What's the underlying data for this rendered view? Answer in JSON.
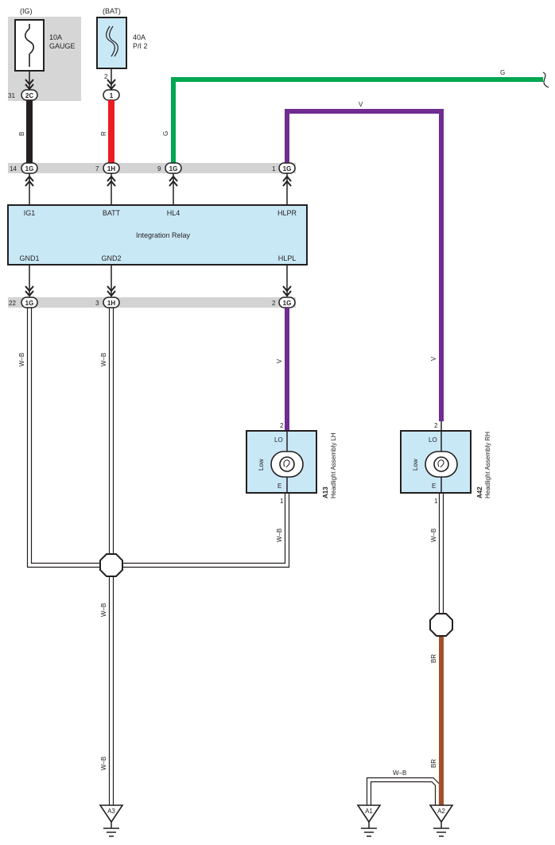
{
  "fuses": {
    "gauge": {
      "source": "(IG)",
      "rating": "10A",
      "name": "GAUGE",
      "pin": "31",
      "conn": "2C"
    },
    "pi2": {
      "source": "(BAT)",
      "rating": "40A",
      "name": "P/I 2",
      "pin_top": "2",
      "conn": "1"
    }
  },
  "wires": {
    "b": "B",
    "r": "R",
    "g_vert": "G",
    "g_top": "G",
    "v_top": "V",
    "v_lh": "V",
    "v_rh": "V",
    "wb_gnd1": "W–B",
    "wb_gnd2": "W–B",
    "wb_lh": "W–B",
    "wb_rh": "W–B",
    "wb_a3_upper": "W–B",
    "wb_a3_lower": "W–B",
    "br_upper": "BR",
    "br_lower": "BR",
    "wb_a1": "W–B"
  },
  "top_connectors": [
    {
      "pin": "14",
      "id": "1G"
    },
    {
      "pin": "7",
      "id": "1H"
    },
    {
      "pin": "9",
      "id": "1G"
    },
    {
      "pin": "1",
      "id": "1G"
    }
  ],
  "relay": {
    "name": "Integration Relay",
    "terminals_top": [
      "IG1",
      "BATT",
      "HL4",
      "HLPR"
    ],
    "terminals_bottom": [
      "GND1",
      "GND2",
      "HLPL"
    ]
  },
  "bottom_connectors": [
    {
      "pin": "22",
      "id": "1G"
    },
    {
      "pin": "3",
      "id": "1H"
    },
    {
      "pin": "2",
      "id": "1G"
    }
  ],
  "headlights": [
    {
      "code": "A13",
      "name": "Headlight Assembly LH",
      "pin_top": "2",
      "pin_bottom": "1",
      "lo": "LO",
      "e": "E",
      "filament": "Low"
    },
    {
      "code": "A42",
      "name": "Headlight Assembly RH",
      "pin_top": "2",
      "pin_bottom": "1",
      "lo": "LO",
      "e": "E",
      "filament": "Low"
    }
  ],
  "grounds": [
    "A3",
    "A1",
    "A2"
  ],
  "colors": {
    "green": "#00a651",
    "violet": "#6f2c91",
    "red": "#ed1c24",
    "black": "#231f20",
    "brown": "#a0522d",
    "component_fill": "#c9e8f6",
    "connector_band": "#d3d3d3",
    "fuse_block": "#d6d6d6"
  }
}
